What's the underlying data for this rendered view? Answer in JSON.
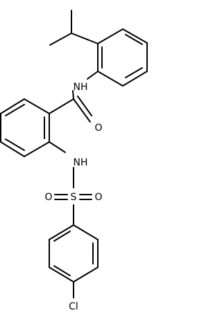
{
  "molecule": {
    "atom_labels": {
      "nh_amide": "NH",
      "o_carbonyl": "O",
      "nh_sulfonamide": "NH",
      "o_sulfonyl_left": "O",
      "s_sulfonyl": "S",
      "o_sulfonyl_right": "O",
      "cl": "Cl"
    }
  }
}
